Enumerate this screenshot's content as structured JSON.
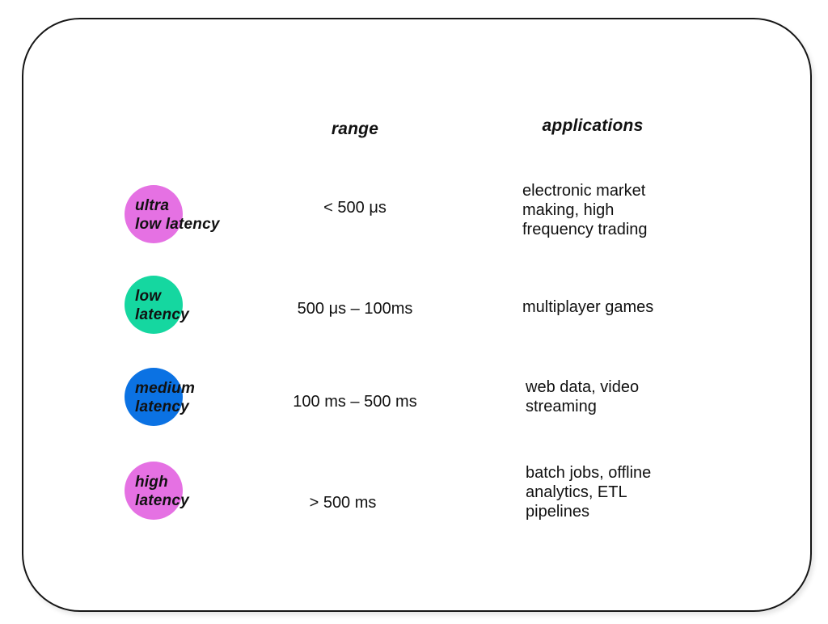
{
  "headers": {
    "range": "range",
    "applications": "applications"
  },
  "rows": [
    {
      "name": "ultra-low-latency",
      "label_line1": "ultra",
      "label_line2": "low latency",
      "circle_color": "#e571e3",
      "range": "< 500 μs",
      "applications": "electronic market making, high frequency trading"
    },
    {
      "name": "low-latency",
      "label_line1": "low",
      "label_line2": "latency",
      "circle_color": "#15d7a0",
      "range": "500 μs – 100ms",
      "applications": "multiplayer games"
    },
    {
      "name": "medium-latency",
      "label_line1": "medium",
      "label_line2": "latency",
      "circle_color": "#0b72e3",
      "range": "100 ms – 500 ms",
      "applications": "web data, video streaming"
    },
    {
      "name": "high-latency",
      "label_line1": "high",
      "label_line2": "latency",
      "circle_color": "#e571e3",
      "range": "> 500 ms",
      "applications": "batch jobs, offline analytics, ETL pipelines"
    }
  ]
}
